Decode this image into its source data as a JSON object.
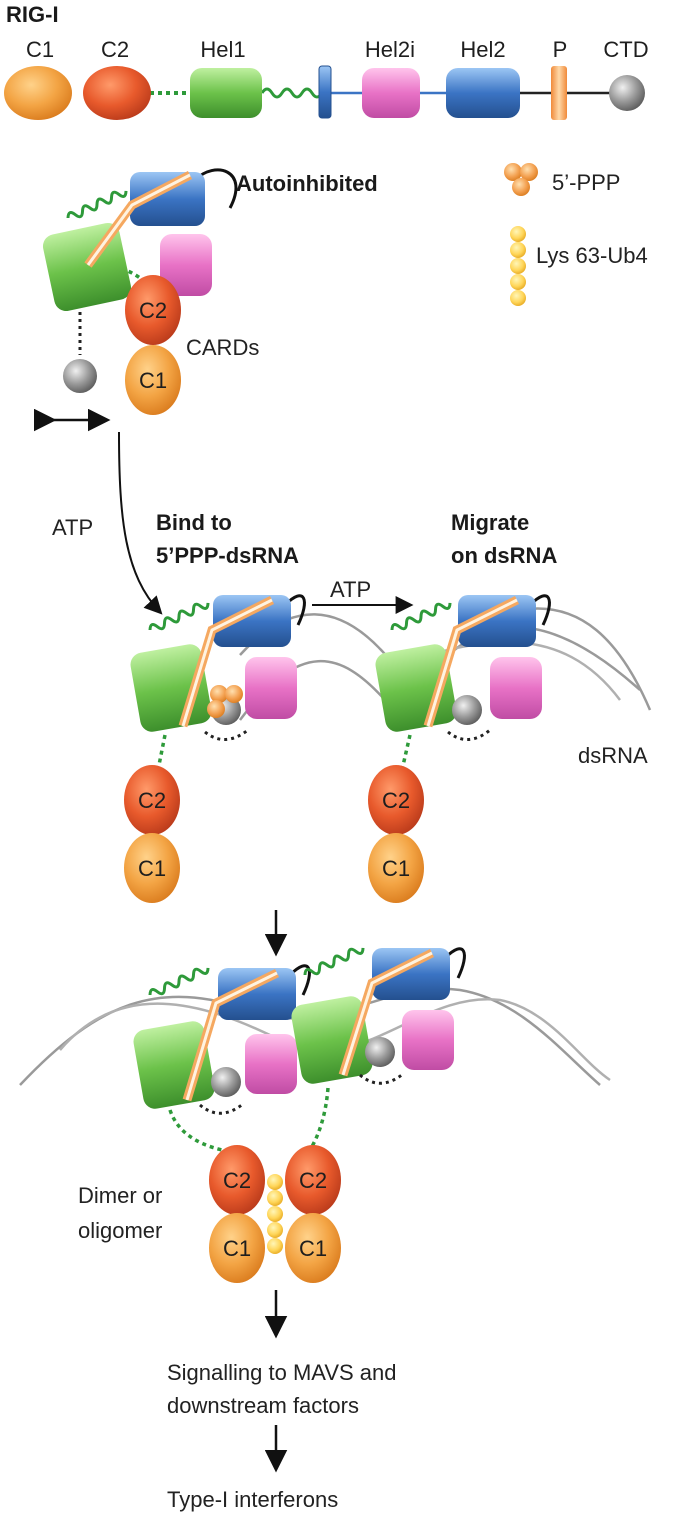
{
  "title": "RIG-I",
  "domains": {
    "c1": "C1",
    "c2": "C2",
    "hel1": "Hel1",
    "hel2i": "Hel2i",
    "hel2": "Hel2",
    "p": "P",
    "ctd": "CTD"
  },
  "legend": {
    "ppp": "5’-PPP",
    "ub": "Lys 63-Ub4"
  },
  "states": {
    "autoinhibited": "Autoinhibited",
    "cards": "CARDs",
    "bind_line1": "Bind to",
    "bind_line2": "5’PPP-dsRNA",
    "migrate_line1": "Migrate",
    "migrate_line2": "on dsRNA",
    "dsrna": "dsRNA",
    "dimer_line1": "Dimer or",
    "dimer_line2": "oligomer"
  },
  "arrows": {
    "atp1": "ATP",
    "atp2": "ATP"
  },
  "outcomes": {
    "signalling_line1": "Signalling to MAVS and",
    "signalling_line2": "downstream factors",
    "interferons": "Type-I interferons"
  },
  "colors": {
    "c1": "#f0a040",
    "c2": "#e55a2a",
    "hel1": "#6cbf4a",
    "hel2i": "#e070c0",
    "hel2": "#3b74c4",
    "p": "#f5a860",
    "ctd": "#8a8a8a"
  }
}
